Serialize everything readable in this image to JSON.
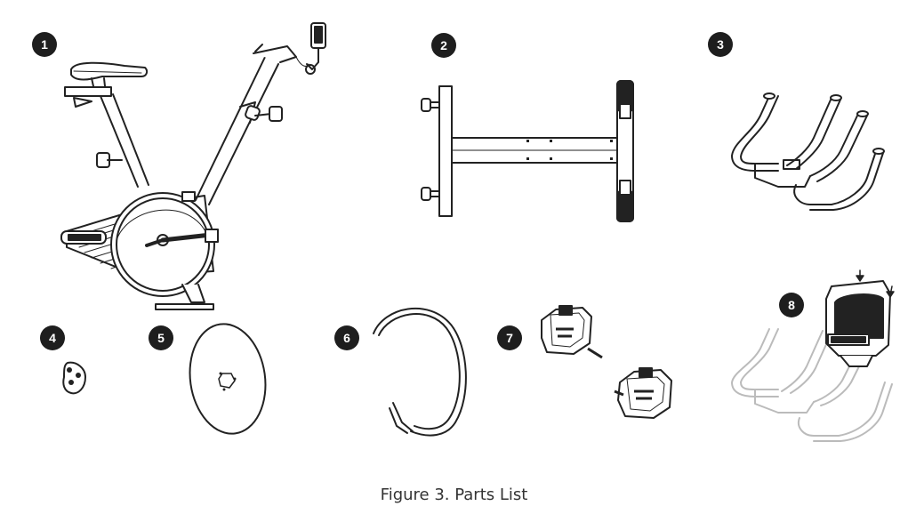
{
  "badges": [
    "1",
    "2",
    "3",
    "4",
    "5",
    "6",
    "7",
    "8"
  ],
  "caption": "Figure 3. Parts List"
}
